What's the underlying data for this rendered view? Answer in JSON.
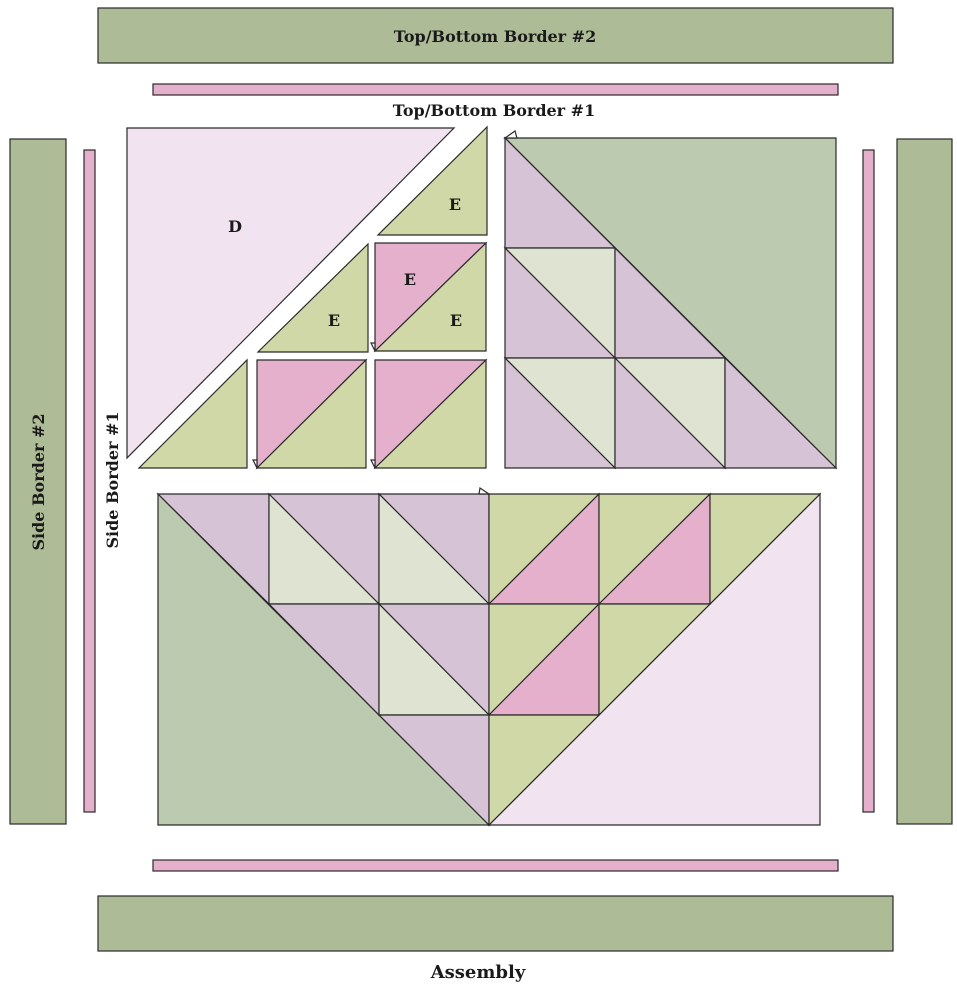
{
  "colors": {
    "dark_green": "#aebb97",
    "sage": "#bccab0",
    "light_green": "#cfd8a6",
    "cream": "#dfe3d2",
    "mauve": "#d6c3d6",
    "pink": "#e4b0cc",
    "light_pink": "#f1e3ef",
    "border_pink": "#e4b0cc"
  },
  "labels": {
    "top_bottom_border_2": "Top/Bottom Border #2",
    "top_bottom_border_1": "Top/Bottom Border #1",
    "side_border_2": "Side Border #2",
    "side_border_1": "Side Border #1",
    "piece_d": "D",
    "piece_e": "E",
    "caption": "Assembly"
  }
}
